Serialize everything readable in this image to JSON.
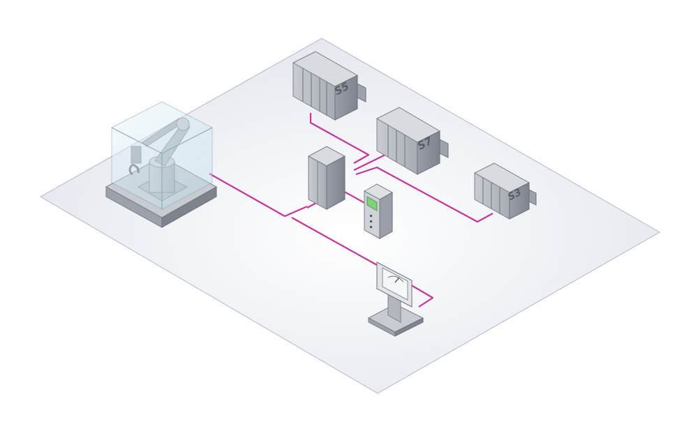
{
  "colors": {
    "background": "#ffffff",
    "floor_fill": "#eceef4",
    "floor_edge": "#b4b8c6",
    "network_line": "#c2369a",
    "device_light": "#d9dbe0",
    "device_mid": "#b3b6bd",
    "device_dark": "#8a8e97",
    "module_accent": "#7ed07a"
  },
  "nodes": [
    {
      "id": "robot",
      "icon": "robot-arm-enclosure-icon"
    },
    {
      "id": "plc_s5",
      "icon": "plc-rack-icon",
      "label": "S5"
    },
    {
      "id": "plc_s7",
      "icon": "plc-rack-icon",
      "label": "S7"
    },
    {
      "id": "plc_s3",
      "icon": "plc-rack-icon",
      "label": "S3"
    },
    {
      "id": "gateway",
      "icon": "gateway-module-icon"
    },
    {
      "id": "io_module",
      "icon": "io-module-icon"
    },
    {
      "id": "hmi",
      "icon": "hmi-panel-gauge-icon"
    }
  ],
  "links": [
    {
      "from": "robot",
      "to": "gateway"
    },
    {
      "from": "plc_s5",
      "to": "gateway"
    },
    {
      "from": "plc_s7",
      "to": "gateway"
    },
    {
      "from": "plc_s3",
      "to": "gateway"
    },
    {
      "from": "gateway",
      "to": "io_module"
    },
    {
      "from": "gateway",
      "to": "hmi"
    }
  ]
}
